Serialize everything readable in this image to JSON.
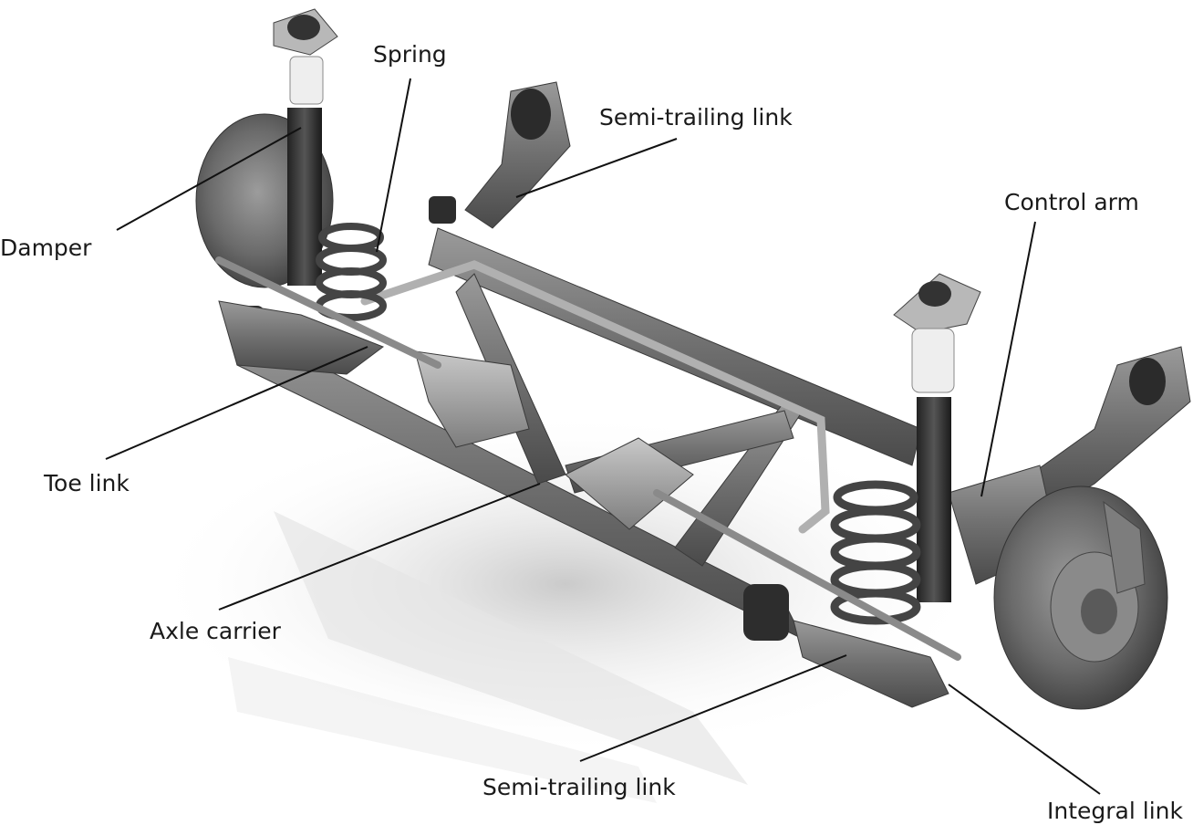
{
  "diagram": {
    "labels": {
      "spring": "Spring",
      "semi_trailing_link_top": "Semi-trailing link",
      "damper": "Damper",
      "control_arm": "Control arm",
      "toe_link": "Toe link",
      "axle_carrier": "Axle carrier",
      "semi_trailing_link_bottom": "Semi-trailing link",
      "integral_link": "Integral link"
    }
  }
}
